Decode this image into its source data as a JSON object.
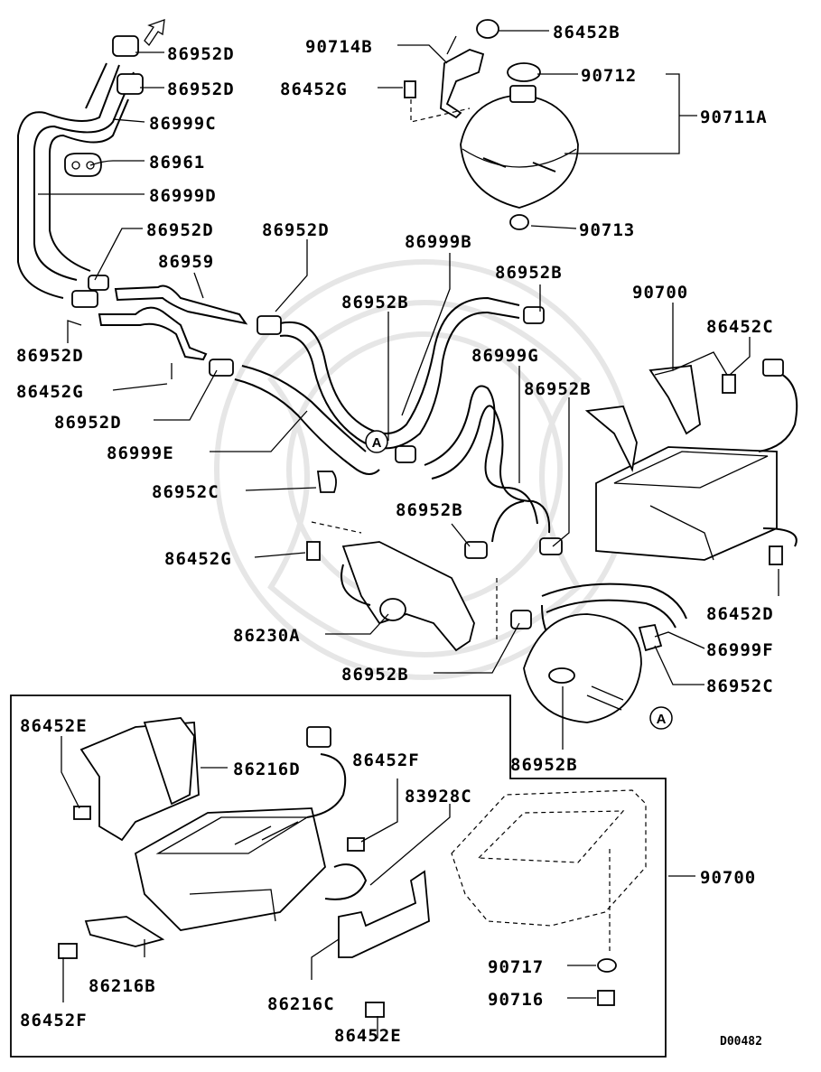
{
  "diagram": {
    "code": "D00482",
    "reference_mark": "A"
  },
  "labels": [
    {
      "id": "86952D_1",
      "text": "86952D"
    },
    {
      "id": "86952D_2",
      "text": "86952D"
    },
    {
      "id": "86999C",
      "text": "86999C"
    },
    {
      "id": "86961",
      "text": "86961"
    },
    {
      "id": "86999D",
      "text": "86999D"
    },
    {
      "id": "86952D_3",
      "text": "86952D"
    },
    {
      "id": "86959",
      "text": "86959"
    },
    {
      "id": "86952D_4",
      "text": "86952D"
    },
    {
      "id": "86952D_5",
      "text": "86952D"
    },
    {
      "id": "86452G_1",
      "text": "86452G"
    },
    {
      "id": "86952D_6",
      "text": "86952D"
    },
    {
      "id": "86999E",
      "text": "86999E"
    },
    {
      "id": "86952C_1",
      "text": "86952C"
    },
    {
      "id": "86452G_2",
      "text": "86452G"
    },
    {
      "id": "86230A",
      "text": "86230A"
    },
    {
      "id": "86952B_1",
      "text": "86952B"
    },
    {
      "id": "90714B",
      "text": "90714B"
    },
    {
      "id": "86452B",
      "text": "86452B"
    },
    {
      "id": "86452G_3",
      "text": "86452G"
    },
    {
      "id": "90712",
      "text": "90712"
    },
    {
      "id": "90711A",
      "text": "90711A"
    },
    {
      "id": "90713",
      "text": "90713"
    },
    {
      "id": "86999B",
      "text": "86999B"
    },
    {
      "id": "86952B_2",
      "text": "86952B"
    },
    {
      "id": "86952B_3",
      "text": "86952B"
    },
    {
      "id": "90700_1",
      "text": "90700"
    },
    {
      "id": "86452C",
      "text": "86452C"
    },
    {
      "id": "86999G",
      "text": "86999G"
    },
    {
      "id": "86952B_4",
      "text": "86952B"
    },
    {
      "id": "86952B_5",
      "text": "86952B"
    },
    {
      "id": "86452D",
      "text": "86452D"
    },
    {
      "id": "86999F",
      "text": "86999F"
    },
    {
      "id": "86952C_2",
      "text": "86952C"
    },
    {
      "id": "86952B_6",
      "text": "86952B"
    },
    {
      "id": "86452E_1",
      "text": "86452E"
    },
    {
      "id": "86216D",
      "text": "86216D"
    },
    {
      "id": "86452F_1",
      "text": "86452F"
    },
    {
      "id": "83928C",
      "text": "83928C"
    },
    {
      "id": "90700_2",
      "text": "90700"
    },
    {
      "id": "86216B",
      "text": "86216B"
    },
    {
      "id": "86452F_2",
      "text": "86452F"
    },
    {
      "id": "86216C",
      "text": "86216C"
    },
    {
      "id": "86452E_2",
      "text": "86452E"
    },
    {
      "id": "90717",
      "text": "90717"
    },
    {
      "id": "90716",
      "text": "90716"
    }
  ]
}
